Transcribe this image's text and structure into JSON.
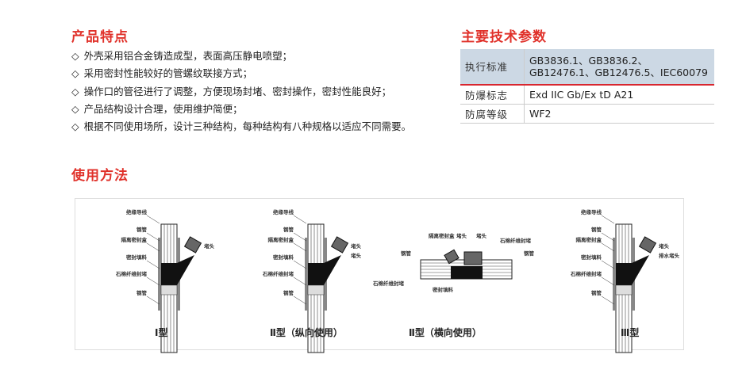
{
  "features": {
    "title": "产品特点",
    "bullet": "◇",
    "items": [
      "外壳采用铝合金铸造成型，表面高压静电喷塑；",
      "采用密封性能较好的管螺纹联接方式；",
      "操作口的管径进行了调整，方便现场封堵、密封操作，密封性能良好；",
      "产品结构设计合理，使用维护简便；",
      "根据不同使用场所，设计三种结构，每种结构有八种规格以适应不同需要。"
    ]
  },
  "params": {
    "title": "主要技术参数",
    "rows": [
      {
        "k": "执行标准",
        "v": "GB3836.1、GB3836.2、GB12476.1、GB12476.5、IEC60079"
      },
      {
        "k": "防爆标志",
        "v": "Exd IIC Gb/Ex tD A21"
      },
      {
        "k": "防腐等级",
        "v": "WF2"
      }
    ]
  },
  "usage": {
    "title": "使用方法",
    "diagrams": [
      {
        "caption": "Ⅰ型",
        "labels": [
          "绝缘导线",
          "钢管",
          "隔离密封盒",
          "密封填料",
          "石棉纤维封堵",
          "钢管",
          "堵头"
        ]
      },
      {
        "caption": "Ⅱ型（纵向使用）",
        "labels": [
          "绝缘导线",
          "钢管",
          "隔离密封盒",
          "密封填料",
          "石棉纤维封堵",
          "钢管",
          "堵头",
          "堵头"
        ]
      },
      {
        "caption": "Ⅱ型（横向使用）",
        "labels": [
          "隔离密封盒",
          "堵头",
          "堵头",
          "石棉纤维封堵",
          "钢管",
          "钢管",
          "石棉纤维封堵",
          "密封填料"
        ]
      },
      {
        "caption": "Ⅲ型",
        "labels": [
          "绝缘导线",
          "钢管",
          "隔离密封盒",
          "密封填料",
          "石棉纤维封堵",
          "钢管",
          "堵头",
          "排水堵头"
        ]
      }
    ]
  },
  "colors": {
    "accent": "#e0312a",
    "table_header": "#ccd8e4"
  }
}
